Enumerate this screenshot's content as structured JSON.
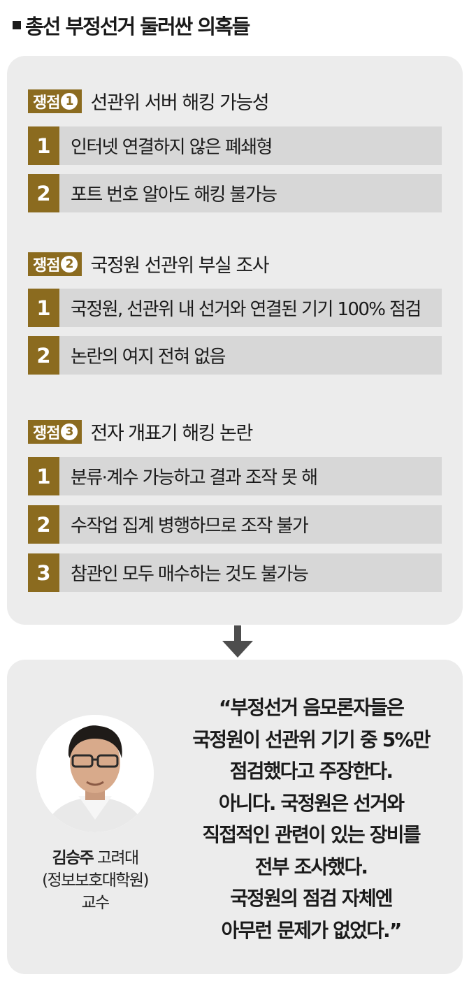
{
  "header": {
    "title": "총선 부정선거 둘러싼 의혹들"
  },
  "issues": [
    {
      "tag": "쟁점",
      "tag_num": "1",
      "title": "선관위 서버 해킹 가능성",
      "items": [
        {
          "num": "1",
          "text": "인터넷 연결하지 않은 폐쇄형"
        },
        {
          "num": "2",
          "text": "포트 번호 알아도 해킹 불가능"
        }
      ]
    },
    {
      "tag": "쟁점",
      "tag_num": "2",
      "title": "국정원 선관위 부실 조사",
      "items": [
        {
          "num": "1",
          "text": "국정원, 선관위 내 선거와 연결된 기기 100% 점검"
        },
        {
          "num": "2",
          "text": "논란의 여지 전혀 없음"
        }
      ]
    },
    {
      "tag": "쟁점",
      "tag_num": "3",
      "title": "전자 개표기 해킹 논란",
      "items": [
        {
          "num": "1",
          "text": "분류·계수 가능하고 결과 조작 못 해"
        },
        {
          "num": "2",
          "text": "수작업 집계 병행하므로 조작 불가"
        },
        {
          "num": "3",
          "text": "참관인 모두 매수하는 것도 불가능"
        }
      ]
    }
  ],
  "expert": {
    "name": "김승주",
    "affiliation": "고려대",
    "department": "(정보보호대학원)",
    "position": "교수",
    "quote_lines": [
      "“부정선거 음모론자들은",
      "국정원이 선관위 기기 중 5%만",
      "점검했다고 주장한다.",
      "아니다. 국정원은 선거와",
      "직접적인 관련이 있는 장비를",
      "전부 조사했다.",
      "국정원의 점검 자체엔",
      "아무런 문제가 없었다.”"
    ]
  },
  "colors": {
    "accent": "#8b6b1f",
    "panel": "#ececec",
    "row": "#d7d7d7"
  },
  "icons": {
    "arrow": "arrow-down-icon"
  }
}
